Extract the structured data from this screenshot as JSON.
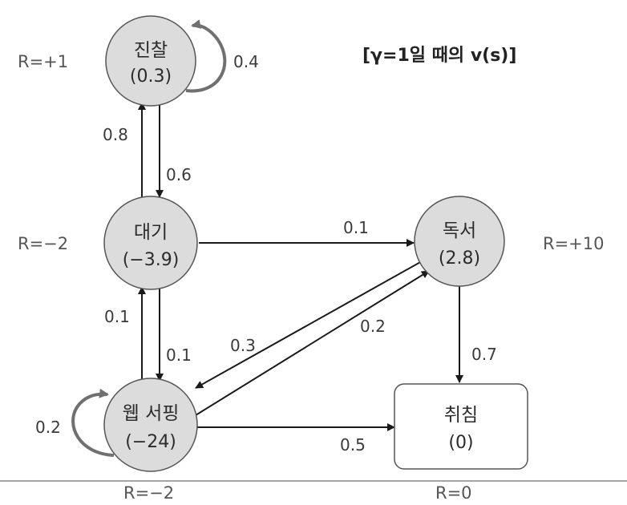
{
  "title": "[γ=1일 때의 v(s)]",
  "colors": {
    "node_fill": "#dcdcdc",
    "node_stroke": "#555555",
    "edge": "#1a1a1a",
    "loop_arrow": "#707070",
    "terminal_fill": "#ffffff",
    "reward_text": "#555555"
  },
  "nodes": {
    "jinchal": {
      "name": "진찰",
      "value": "(0.3)",
      "reward": "R=+1"
    },
    "daegi": {
      "name": "대기",
      "value": "(−3.9)",
      "reward": "R=−2"
    },
    "dokseo": {
      "name": "독서",
      "value": "(2.8)",
      "reward": "R=+10"
    },
    "websurf": {
      "name": "웹 서핑",
      "value": "(−24)",
      "reward": "R=−2"
    },
    "chichim": {
      "name": "취침",
      "value": "(0)",
      "reward": "R=0"
    }
  },
  "edges": {
    "jinchal_self": "0.4",
    "daegi_to_jinchal": "0.8",
    "jinchal_to_daegi": "0.6",
    "daegi_to_dokseo": "0.1",
    "websurf_to_daegi": "0.1",
    "daegi_to_websurf": "0.1",
    "dokseo_to_websurf": "0.3",
    "websurf_to_dokseo": "0.2",
    "dokseo_to_chichim": "0.7",
    "websurf_self": "0.2",
    "websurf_to_chichim": "0.5"
  }
}
